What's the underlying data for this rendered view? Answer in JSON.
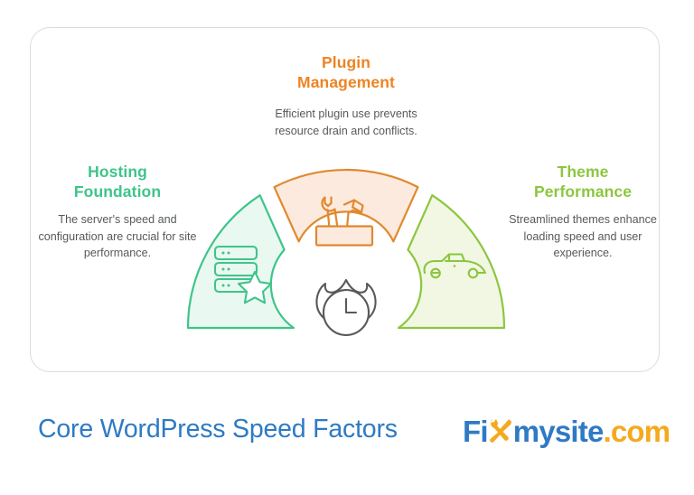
{
  "card": {
    "accent_colors": {
      "hosting": "#3fc48a",
      "plugin": "#ee8422",
      "theme": "#8cc63f",
      "center_icon": "#58595b",
      "title_blue": "#2e7ac4",
      "logo_orange": "#f5a91e"
    }
  },
  "sections": [
    {
      "id": "hosting",
      "title_line1": "Hosting",
      "title_line2": "Foundation",
      "description": "The server's speed and configuration are crucial for site performance.",
      "icon": "server-star-icon",
      "wedge_fill": "#e9f8f0",
      "wedge_stroke": "#3fc48a"
    },
    {
      "id": "plugin",
      "title_line1": "Plugin",
      "title_line2": "Management",
      "description": "Efficient plugin use prevents resource drain and conflicts.",
      "icon": "toolbox-icon",
      "wedge_fill": "#fdeade",
      "wedge_stroke": "#e0892f"
    },
    {
      "id": "theme",
      "title_line1": "Theme",
      "title_line2": "Performance",
      "description": "Streamlined themes enhance loading speed and user experience.",
      "icon": "sports-car-icon",
      "wedge_fill": "#f1f7e2",
      "wedge_stroke": "#8cc63f"
    }
  ],
  "center": {
    "icon": "flame-clock-icon"
  },
  "footer": {
    "title": "Core WordPress Speed Factors",
    "logo": {
      "part1": "Fi",
      "x_icon": "wrench-screwdriver-x-icon",
      "part2": "mysite",
      "part3": ".com"
    }
  }
}
